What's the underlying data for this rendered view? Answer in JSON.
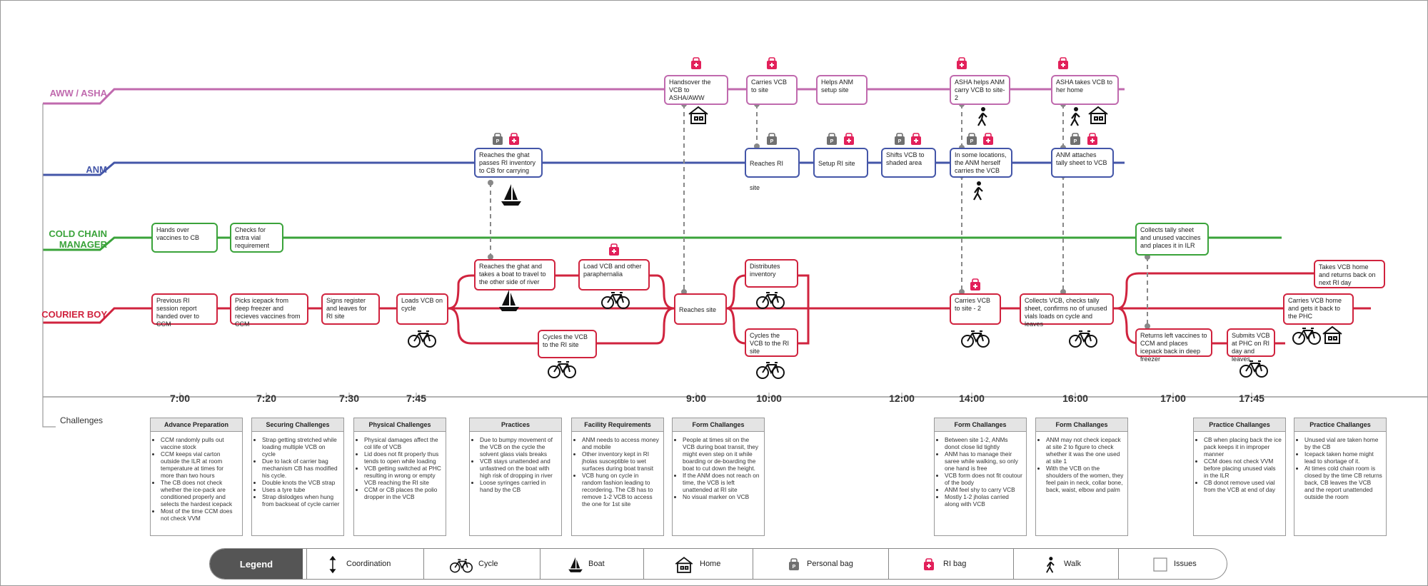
{
  "lanes": [
    {
      "name": "AWW / ASHA",
      "color": "#c06aae"
    },
    {
      "name": "ANM",
      "color": "#4456a8"
    },
    {
      "name": "COLD CHAIN MANAGER",
      "color": "#3aa33a"
    },
    {
      "name": "COURIER BOY",
      "color": "#d0233e"
    }
  ],
  "boxes": {
    "aww_handover": "Handsover the VCB to ASHA/AWW",
    "aww_carries": "Carries VCB to site",
    "aww_helps_setup": "Helps ANM setup site",
    "aww_helps_carry": "ASHA helps ANM carry VCB to site-2",
    "aww_takes_home": "ASHA takes VCB to her home",
    "anm_reaches_ghat": "Reaches the ghat passes RI inventory to CB for carrying",
    "anm_reaches_ri": "Reaches RI site",
    "anm_setup": "Setup RI site",
    "anm_shifts": "Shifts VCB to shaded area",
    "anm_some_locations": "In some locations, the ANM herself carries the VCB",
    "anm_attaches": "ANM attaches tally sheet to VCB",
    "ccm_hands_over": "Hands over vaccines to CB",
    "ccm_checks": "Checks for extra vial requirement",
    "ccm_collects": "Collects tally sheet and unused vaccines and places it in ILR",
    "cb_previous": "Previous RI session report handed over to CCM",
    "cb_picks": "Picks icepack from deep freezer and recieves vaccines from CCM",
    "cb_signs": "Signs register and leaves for RI site",
    "cb_loads": "Loads VCB on cycle",
    "cb_reaches_ghat": "Reaches the ghat and takes a boat to travel to the other side of river",
    "cb_load_other": "Load VCB and other paraphernalia",
    "cb_cycles1": "Cycles the VCB to the RI site",
    "cb_reaches_site": "Reaches site",
    "cb_distributes": "Distributes inventory",
    "cb_cycles2": "Cycles the VCB to the RI site",
    "cb_carries2": "Carries VCB to site - 2",
    "cb_collects": "Collects VCB, checks tally sheet, confirms no of unused vials loads on cycle and leaves",
    "cb_returns": "Returns left vaccines to CCM and places icepack back in deep freezer",
    "cb_submits": "Submits VCB at PHC on RI day and leaves",
    "cb_carries_home": "Carries VCB home and gets it back to the PHC",
    "cb_takes_home": "Takes VCB home and returns back on next RI day"
  },
  "times": [
    "7:00",
    "7:20",
    "7:30",
    "7:45",
    "9:00",
    "10:00",
    "12:00",
    "14:00",
    "16:00",
    "17:00",
    "17:45"
  ],
  "challenges_label": "Challenges",
  "challenges": [
    {
      "title": "Advance Preparation",
      "items": [
        "CCM randomly pulls out vaccine stock",
        "CCM keeps vial carton outside the ILR at room temperature at times for more than two hours",
        "The CB does not check whether the ice-pack are conditioned properly and selects the hardest icepack",
        "Most of the time CCM does not check VVM"
      ]
    },
    {
      "title": "Securing Challenges",
      "items": [
        "Strap getting stretched while loading multiple VCB on cycle",
        "Due to lack of carrier bag mechanism CB has modified his cycle.",
        "Double knots the VCB strap",
        "Uses a tyre tube",
        "Strap dislodges when hung from backseat of cycle carrier"
      ]
    },
    {
      "title": "Physical Challenges",
      "items": [
        "Physical damages affect the col life of VCB",
        "Lid does not fit properly thus tends to open while loading",
        "VCB getting switched at PHC resulting in wrong or empty VCB reaching the RI site",
        "CCM or CB places the polio dropper in the VCB"
      ]
    },
    {
      "title": "Practices",
      "items": [
        "Due to bumpy movement of the VCB on the cycle the solvent glass vials breaks",
        "VCB stays unattended and unfastned on the boat with high risk of dropping in river",
        "Loose syringes carried in hand by the CB"
      ]
    },
    {
      "title": "Facility Requirements",
      "items": [
        "ANM needs to access money and mobile",
        "Other inventory kept in RI jholas susceptible to wet surfaces during boat transit",
        "VCB hung on cycle in random fashion leading to recordering. The CB has to remove 1-2 VCB to access the one for 1st site"
      ]
    },
    {
      "title": "Form Challanges",
      "items": [
        "People at times sit on the VCB during boat transit, they might even step on it while boarding or de-boarding the boat to cut down the height.",
        "If the ANM does not reach on time, the VCB is left unattended at RI site",
        "No visual marker on VCB"
      ]
    },
    {
      "title": "Form Challanges",
      "items": [
        "Between site 1-2, ANMs donot close lid tightly",
        "ANM has to manage their saree while walking, so only one hand is free",
        "VCB form does not fit coutour of the body",
        "ANM feel shy to carry VCB",
        "Mostly 1-2 jholas carried along with VCB"
      ]
    },
    {
      "title": "Form Challanges",
      "items": [
        "ANM may not check icepack at site 2 to figure to check whether it was the one used at site 1",
        "With the VCB on the shoulders of the women, they feel pain in neck, collar bone, back, waist, elbow and palm"
      ]
    },
    {
      "title": "Practice Challanges",
      "items": [
        "CB when placing back the ice pack keeps it in improper manner",
        "CCM does not check VVM before placing unused vials in the ILR",
        "CB donot remove used vial from the VCB at end of day"
      ]
    },
    {
      "title": "Practice Challanges",
      "items": [
        "Unused vial are taken home by the CB",
        "Icepack taken home might lead to shortage of it.",
        "At times cold chain room is closed by the time CB returns back, CB leaves the VCB and the report unattended outside the room"
      ]
    }
  ],
  "legend": {
    "title": "Legend",
    "items": [
      "Coordination",
      "Cycle",
      "Boat",
      "Home",
      "Personal bag",
      "RI bag",
      "Walk",
      "Issues"
    ]
  },
  "colors": {
    "asha": "#c06aae",
    "anm": "#4456a8",
    "ccm": "#3aa33a",
    "cb": "#d0233e",
    "pbag": "#707070",
    "ribag": "#e2205a"
  }
}
